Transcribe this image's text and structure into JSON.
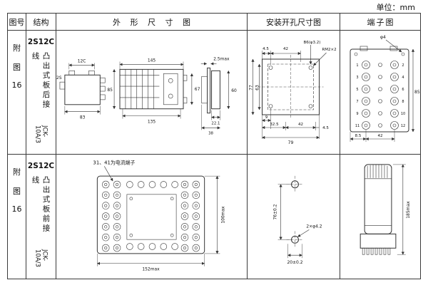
{
  "unit": "单位：mm",
  "headers": {
    "fig": "图号",
    "structure": "结构",
    "outline": "外 形 尺 寸 图",
    "mounting": "安装开孔尺寸图",
    "terminal": "端子图"
  },
  "row1": {
    "fig": {
      "l1": "附",
      "l2": "图",
      "l3": "16"
    },
    "structure": {
      "model": "2S12C",
      "desc": "凸出式板后接线",
      "code": "JCK-10A/3"
    },
    "outline": {
      "front_width": "12C",
      "front_step": "2S",
      "front_bottom": "83",
      "side_top": "145",
      "side_bottom": "135",
      "side_height": "85",
      "side_inner": "67",
      "panel_thickness": "2.5max",
      "panel_height": "60",
      "panel_d1": "22.1",
      "panel_d2": "38"
    },
    "mounting": {
      "top_offset": "4.5",
      "top_span": "42",
      "hole_label": "B6(φ3.2)",
      "screw_label": "RM2×2",
      "left_total": "77",
      "left_inner": "63",
      "bottom_offset": "9",
      "bottom_1": "32.5",
      "bottom_2": "42",
      "bottom_3": "4.5",
      "bottom_total": "79"
    },
    "terminal": {
      "hole": "φ4",
      "height": "85",
      "b1": "8.5",
      "b2": "42",
      "numbers": [
        "1",
        "2",
        "3",
        "4",
        "5",
        "6",
        "7",
        "8",
        "9",
        "10",
        "11",
        "12"
      ]
    }
  },
  "row2": {
    "fig": {
      "l1": "附",
      "l2": "图",
      "l3": "16"
    },
    "structure": {
      "model": "2S12C",
      "desc": "凸出式板前接线",
      "code": "JCK-10A/3"
    },
    "outline": {
      "note": "31、41为电流端子",
      "width": "152max",
      "height": "100max"
    },
    "mounting": {
      "vertical": "76±0.2",
      "holes": "2×φ4.2",
      "horizontal": "20±0.2"
    },
    "terminal": {
      "height": "185max"
    }
  }
}
